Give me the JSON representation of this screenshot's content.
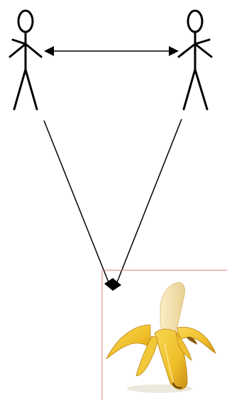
{
  "diagram": {
    "type": "relationship-triangle",
    "nodes": [
      {
        "id": "person-left",
        "kind": "stick-figure",
        "icon": "stick-figure-icon"
      },
      {
        "id": "person-right",
        "kind": "stick-figure",
        "icon": "stick-figure-icon"
      },
      {
        "id": "banana",
        "kind": "image",
        "icon": "peeled-banana-icon"
      }
    ],
    "edges": [
      {
        "from": "person-left",
        "to": "person-right",
        "direction": "both"
      },
      {
        "from": "person-left",
        "to": "banana",
        "direction": "forward"
      },
      {
        "from": "person-right",
        "to": "banana",
        "direction": "forward"
      }
    ],
    "colors": {
      "stroke": "#000000",
      "banana_frame": "#d87878",
      "banana_yellow": "#f2c230",
      "banana_flesh": "#f6e6b0"
    }
  }
}
